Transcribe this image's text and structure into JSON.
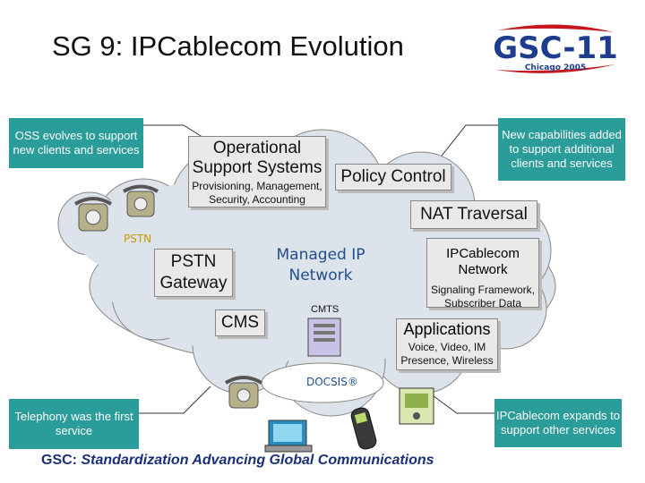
{
  "title": "SG 9: IPCablecom Evolution",
  "logo": {
    "main": "GSC-11",
    "sub": "Chicago 2005"
  },
  "notes": {
    "oss": "OSS evolves to support new clients and services",
    "capabilities": "New capabilities added to support additional clients and services",
    "telephony": "Telephony was the first service",
    "expands": "IPCablecom expands to support other services"
  },
  "oss_box": {
    "title": "Operational Support Systems",
    "sub": "Provisioning, Management, Security, Accounting"
  },
  "policy": "Policy Control",
  "nat": "NAT Traversal",
  "pstn_label": "PSTN",
  "pstn_gateway": "PSTN Gateway",
  "managed_ip": "Managed IP Network",
  "ipcablecom_box": {
    "title": "IPCablecom Network",
    "sub": "Signaling Framework, Subscriber Data"
  },
  "cmts": "CMTS",
  "cms": "CMS",
  "applications": {
    "title": "Applications",
    "sub": "Voice, Video, IM Presence, Wireless"
  },
  "docsis": "DOCSIS®",
  "footer": {
    "prefix": "GSC:",
    "text": "Standardization Advancing Global Communications"
  },
  "colors": {
    "note_bg": "#2a9d9a",
    "cloud": "#dde3ea",
    "footer_text": "#1a2f7a"
  }
}
